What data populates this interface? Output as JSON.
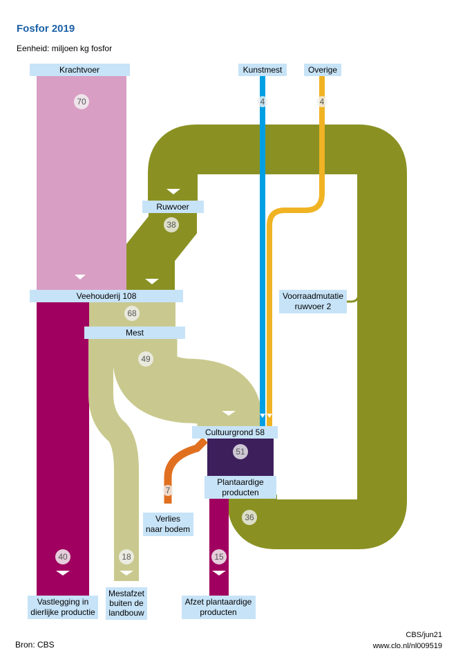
{
  "title": "Fosfor 2019",
  "unit": "Eenheid: miljoen kg fosfor",
  "source": "Bron: CBS",
  "stamp": {
    "line1": "CBS/jun21",
    "line2": "www.clo.nl/nl009519"
  },
  "colors": {
    "krachtvoer": "#d99ec4",
    "ruwvoer": "#8a9122",
    "kunstmest": "#009fe3",
    "overige": "#f0b323",
    "mest": "#c9c98f",
    "vastlegging": "#a0005f",
    "cultuurgrond": "#3d1f5c",
    "verlies": "#e07020",
    "label_bg": "#c7e3f7"
  },
  "nodes": {
    "krachtvoer": "Krachtvoer",
    "kunstmest": "Kunstmest",
    "overige": "Overige",
    "ruwvoer": "Ruwvoer",
    "veehouderij": "Veehouderij 108",
    "mest": "Mest",
    "voorraadmutatie": [
      "Voorraadmutatie",
      "ruwvoer 2"
    ],
    "cultuurgrond": "Cultuurgrond 58",
    "plantaardige": [
      "Plantaardige",
      "producten"
    ],
    "verlies": [
      "Verlies",
      "naar bodem"
    ],
    "vastlegging": [
      "Vastlegging in",
      "dierlijke productie"
    ],
    "mestafzet": [
      "Mestafzet",
      "buiten de",
      "landbouw"
    ],
    "afzet": [
      "Afzet plantaardige",
      "producten"
    ]
  },
  "values": {
    "krachtvoer": "70",
    "kunstmest": "4",
    "overige": "4",
    "ruwvoer": "38",
    "mest": "68",
    "mest_cultuurgrond": "49",
    "plantaardige": "51",
    "verlies": "7",
    "plant_ruwvoer": "36",
    "vastlegging": "40",
    "mestafzet": "18",
    "afzet": "15"
  }
}
